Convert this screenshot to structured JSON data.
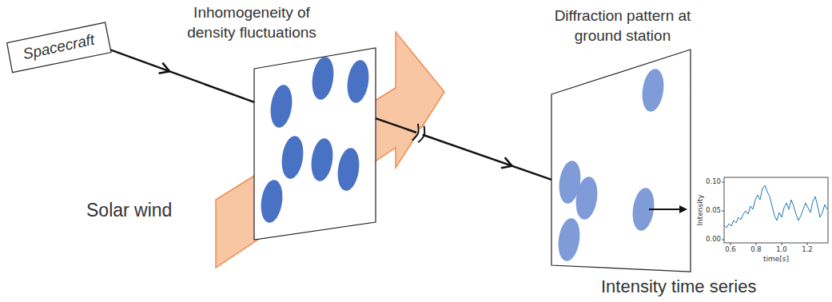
{
  "diagram": {
    "nodes": [
      {
        "text": [
          "Spacecraft"
        ]
      },
      {
        "text": [
          "Inhomogeneity of density fluctuations"
        ]
      },
      {
        "text": [
          "Diffraction pattern at ground station"
        ]
      }
    ],
    "edges": [
      {
        "from": 0,
        "to": 1,
        "arrow": "to"
      },
      {
        "from": 1,
        "to": 2,
        "arrow": "to"
      }
    ],
    "labels": [
      "Solar wind",
      "0.10",
      "0.05",
      "0.00",
      "Intensity",
      "0.6",
      "0.8",
      "1.0",
      "1.2",
      "time[s]",
      "Intensity time series"
    ]
  }
}
